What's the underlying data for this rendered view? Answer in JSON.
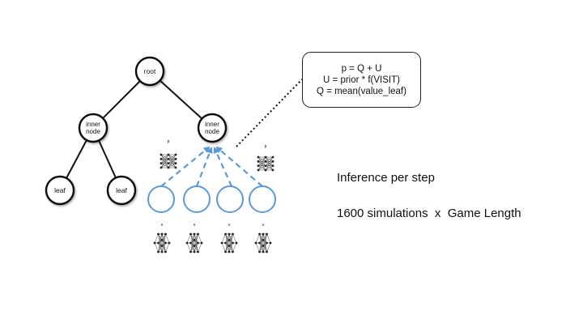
{
  "tree": {
    "root_label": "root",
    "inner_left_label": "inner\nnode",
    "inner_right_label": "inner\nnode",
    "leaf_labels": [
      "leaf",
      "leaf"
    ]
  },
  "network_labels": {
    "prior_small": "p",
    "value_small": "v"
  },
  "formula_box": {
    "lines": [
      "p = Q + U",
      "U = prior * f(VISIT)",
      "Q = mean(value_leaf)"
    ]
  },
  "inference": {
    "title": "Inference per step",
    "cost": "1600 simulations  x  Game Length"
  },
  "colors": {
    "tree_node_stroke": "#111111",
    "sim_node_stroke": "#5b9bd5",
    "dashed_edge": "#5b9bd5"
  }
}
